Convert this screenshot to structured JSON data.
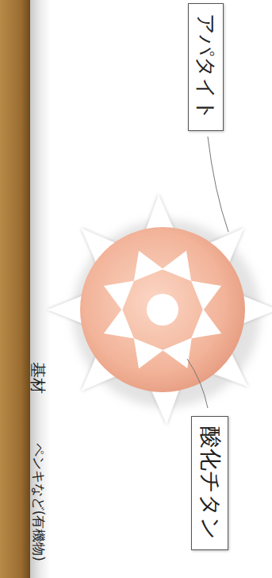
{
  "diagram": {
    "nodes": [
      {
        "text": [
          "アパタイト"
        ]
      },
      {
        "text": [
          "酸化チタン"
        ]
      }
    ],
    "labels": [
      "基材",
      "ペンキなど(有機物)"
    ]
  }
}
